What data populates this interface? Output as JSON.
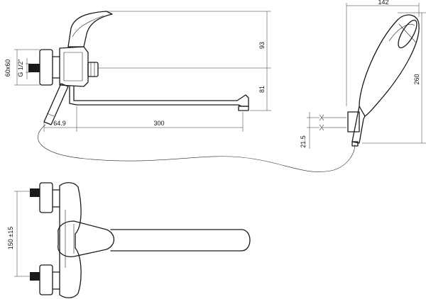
{
  "dimensions": {
    "mount_size": "60x60",
    "thread": "G 1/2\"",
    "height_upper": "93",
    "height_lower": "81",
    "offset": "64.9",
    "spout_length": "300",
    "shower_width": "142",
    "shower_length": "260",
    "holder_spacing": "21.5",
    "centers": "150 ±15"
  }
}
